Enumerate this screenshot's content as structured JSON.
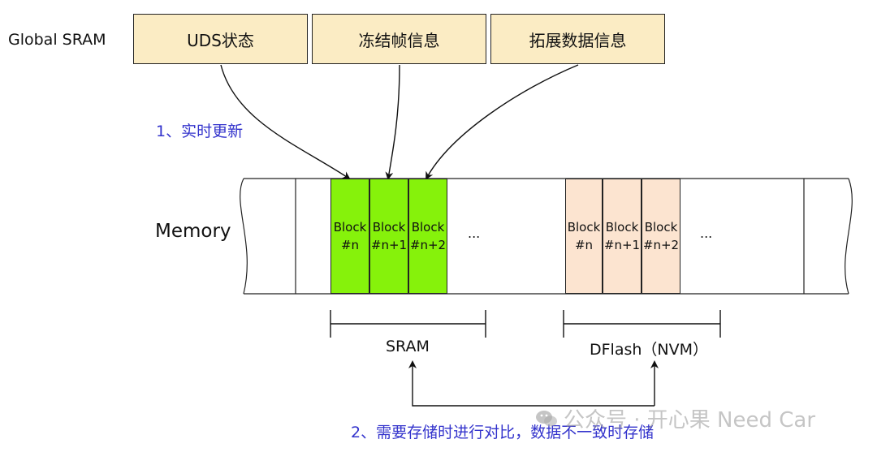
{
  "global_sram": {
    "label": "Global SRAM",
    "boxes": [
      "UDS状态",
      "冻结帧信息",
      "拓展数据信息"
    ]
  },
  "notes": {
    "realtime": "1、实时更新",
    "compare": "2、需要存储时进行对比，数据不一致时存储"
  },
  "memory": {
    "label": "Memory",
    "sram_blocks": [
      {
        "line1": "Block",
        "line2": "#n"
      },
      {
        "line1": "Block",
        "line2": "#n+1"
      },
      {
        "line1": "Block",
        "line2": "#n+2"
      }
    ],
    "nvm_blocks": [
      {
        "line1": "Block",
        "line2": "#n"
      },
      {
        "line1": "Block",
        "line2": "#n+1"
      },
      {
        "line1": "Block",
        "line2": "#n+2"
      }
    ],
    "ellipsis": "..."
  },
  "regions": {
    "sram": "SRAM",
    "dflash": "DFlash（NVM）"
  },
  "watermark": {
    "text": "公众号 · 开心果 Need Car",
    "icon": "wechat-icon"
  },
  "colors": {
    "sram_box": "#fbecc4",
    "sram_block": "#86f20b",
    "nvm_block": "#fce4d0",
    "note_text": "#3333cc"
  }
}
